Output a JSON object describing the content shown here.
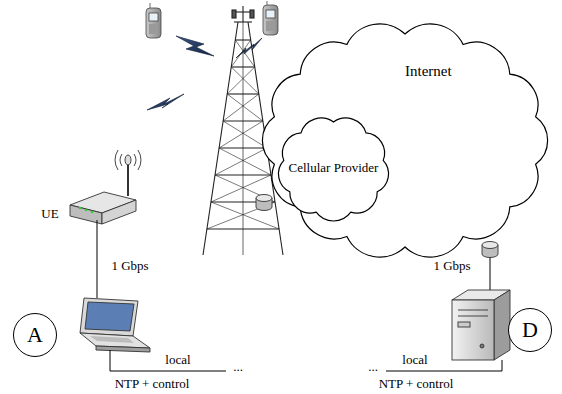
{
  "diagram": {
    "nodes": [
      {
        "text": [
          "Internet"
        ]
      },
      {
        "text": [
          "Cellular Provider"
        ],
        "in": 0
      },
      {
        "text": [
          "A"
        ]
      },
      {
        "text": [
          "D"
        ]
      }
    ],
    "labels": [
      "UE",
      "1 Gbps",
      "1 Gbps",
      "local",
      "local",
      "NTP + control",
      "NTP + control",
      "...",
      "..."
    ]
  }
}
